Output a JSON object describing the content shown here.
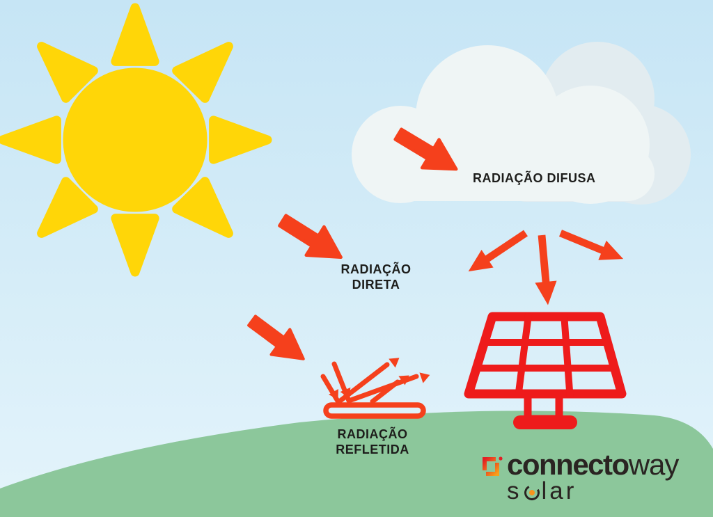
{
  "app": {
    "type": "solar-radiation-diagram"
  },
  "labels": {
    "diffuse": "RADIAÇÃO DIFUSA",
    "direct_line1": "RADIAÇÃO",
    "direct_line2": "DIRETA",
    "reflected_line1": "RADIAÇÃO",
    "reflected_line2": "REFLETIDA"
  },
  "logo": {
    "brand_bold": "connecto",
    "brand_light": "way",
    "sub_prefix": "s",
    "sub_suffix": "lar"
  },
  "colors": {
    "sky_top": "#c6e5f5",
    "sky_bottom": "#e4f4fb",
    "sun": "#ffd608",
    "cloud": "#eff5f5",
    "cloud_shadow": "#e2ecf0",
    "hill": "#8cc79b",
    "arrow": "#f5401c",
    "panel": "#ee1b1b",
    "label_text": "#1d1d1b",
    "logo_text": "#2a2422",
    "logo_orange": "#f7941d",
    "logo_mark_red": "#e31e24",
    "logo_mark_orange": "#f8a01b"
  },
  "icons": {
    "sun": "sun-icon",
    "cloud": "cloud-icon",
    "diffuse_arrow": "diffuse-radiation-arrow-icon",
    "direct_arrow": "direct-radiation-arrow-icon",
    "incoming_reflect_arrow": "incoming-reflection-arrow-icon",
    "scatter_arrows": "scattered-radiation-arrows-icon",
    "ground_reflection": "ground-reflection-icon",
    "solar_panel": "solar-panel-icon",
    "hill": "ground-hill",
    "brand_mark": "brand-mark-icon"
  }
}
